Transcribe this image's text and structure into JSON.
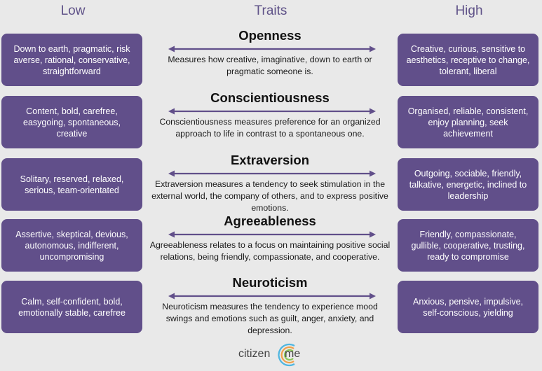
{
  "headers": {
    "low": "Low",
    "traits": "Traits",
    "high": "High"
  },
  "colors": {
    "box": "#614f8a",
    "arrow": "#614f8a",
    "background": "#e9e9e9"
  },
  "traits": [
    {
      "name": "Openness",
      "low": "Down to earth, pragmatic, risk averse, rational, conservative, straightforward",
      "description": "Measures how creative, imaginative, down to earth or pragmatic someone is.",
      "high": "Creative, curious, sensitive to aesthetics, receptive to change, tolerant, liberal"
    },
    {
      "name": "Conscientiousness",
      "low": "Content, bold, carefree, easygoing, spontaneous, creative",
      "description": "Conscientiousness measures preference for an organized approach to life in contrast to a spontaneous one.",
      "high": "Organised, reliable, consistent, enjoy planning, seek achievement"
    },
    {
      "name": "Extraversion",
      "low": "Solitary, reserved, relaxed, serious, team-orientated",
      "description": "Extraversion measures a tendency to seek stimulation in the external world, the company of others, and to express positive emotions.",
      "high": "Outgoing, sociable, friendly, talkative, energetic, inclined to leadership"
    },
    {
      "name": "Agreeableness",
      "low": "Assertive, skeptical, devious, autonomous, indifferent, uncompromising",
      "description": "Agreeableness relates to a focus on maintaining positive social relations, being friendly, compassionate, and cooperative.",
      "high": "Friendly, compassionate, gullible, cooperative, trusting, ready to compromise"
    },
    {
      "name": "Neuroticism",
      "low": "Calm, self-confident, bold, emotionally stable, carefree",
      "description": "Neuroticism measures the tendency to experience mood swings and emotions such as guilt, anger, anxiety, and depression.",
      "high": "Anxious, pensive, impulsive, self-conscious, yielding"
    }
  ],
  "logo": {
    "part1": "citizen",
    "part2": "me"
  }
}
